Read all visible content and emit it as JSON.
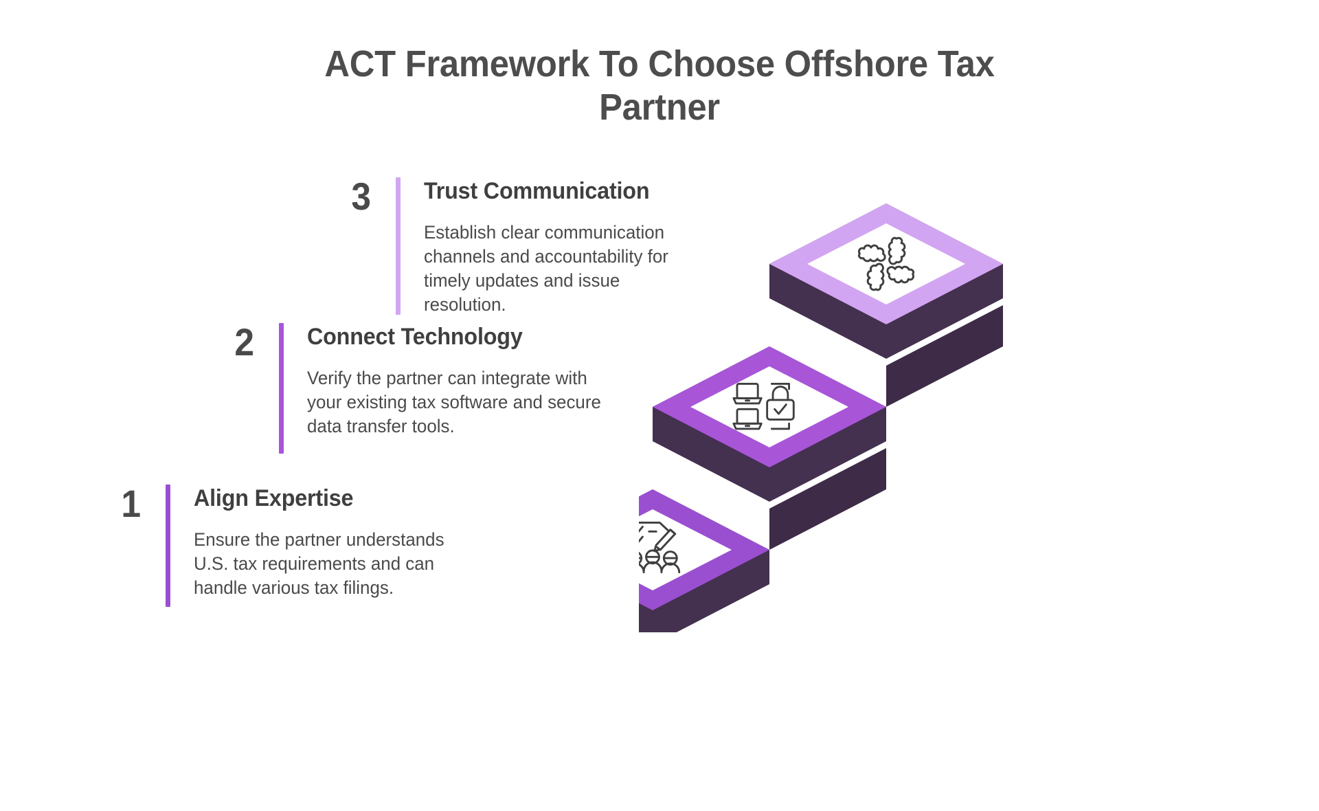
{
  "title": "ACT Framework To Choose Offshore Tax Partner",
  "theme": {
    "title_color": "#4d4d4d",
    "text_color": "#4a4a4a",
    "background": "#ffffff",
    "dark_purple": "#44304f",
    "step1_accent": "#9a4fd0",
    "step2_accent": "#a855d8",
    "step3_accent": "#d2a5f2"
  },
  "steps": [
    {
      "number": "1",
      "heading": "Align Expertise",
      "description": "Ensure the partner understands U.S. tax requirements and can handle various tax filings.",
      "accent": "#9a4fd0",
      "icon": "clipboard-people-icon"
    },
    {
      "number": "2",
      "heading": "Connect Technology",
      "description": "Verify the partner can integrate with your existing tax software and secure data transfer tools.",
      "accent": "#a855d8",
      "icon": "laptops-lock-icon"
    },
    {
      "number": "3",
      "heading": "Trust Communication",
      "description": "Establish clear communication channels and accountability for timely updates and issue resolution.",
      "accent": "#d2a5f2",
      "icon": "handshake-hands-icon"
    }
  ]
}
